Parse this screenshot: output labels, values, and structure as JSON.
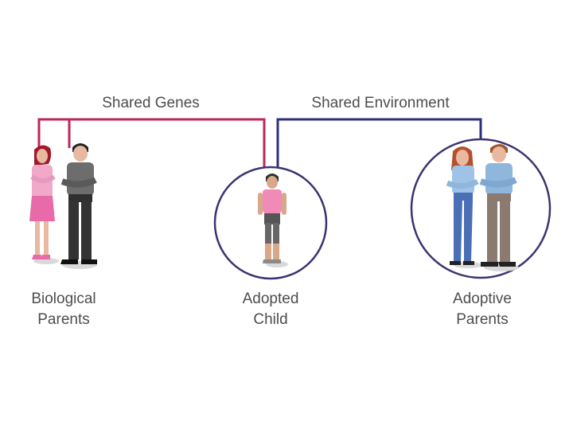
{
  "labels": {
    "shared_genes": "Shared Genes",
    "shared_environment": "Shared Environment"
  },
  "captions": {
    "biological": {
      "line1": "Biological",
      "line2": "Parents"
    },
    "adopted": {
      "line1": "Adopted",
      "line2": "Child"
    },
    "adoptive": {
      "line1": "Adoptive",
      "line2": "Parents"
    }
  },
  "colors": {
    "genes_line": "#c0245c",
    "environment_line": "#2e2f7a",
    "circle_stroke": "#3a3470"
  }
}
